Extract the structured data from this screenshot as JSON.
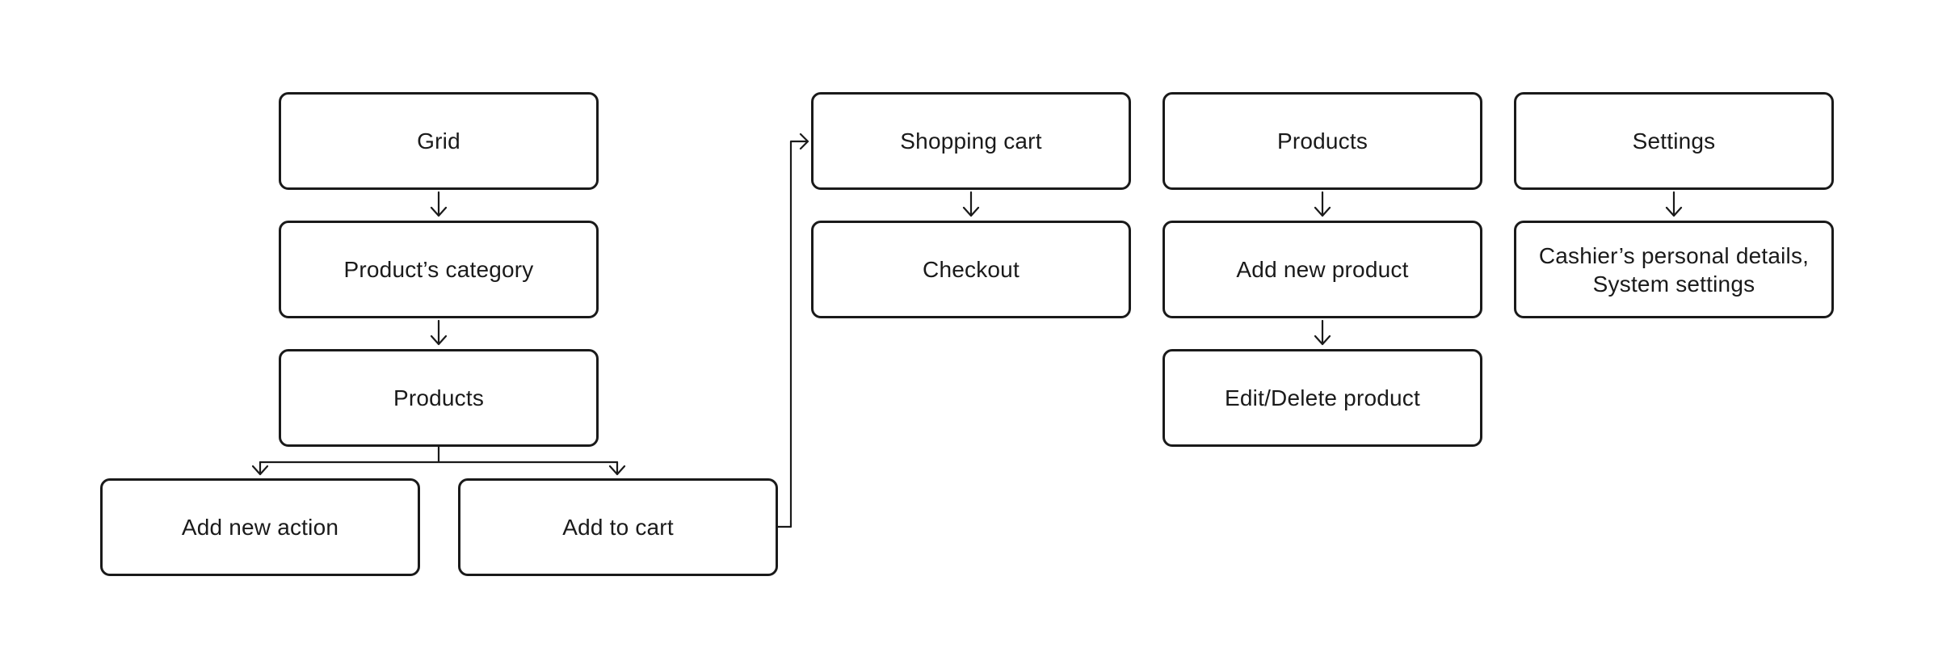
{
  "diagram": {
    "title": "POS app screen flow diagram",
    "background_color": "#ffffff",
    "node_fill_color": "#ffffff",
    "stroke_color": "#1a1a1a",
    "text_color": "#1a1a1a",
    "nodes": {
      "grid": {
        "label": "Grid"
      },
      "products_category": {
        "label": "Product’s category"
      },
      "products_main": {
        "label": "Products"
      },
      "add_new_action": {
        "label": "Add new action"
      },
      "add_to_cart": {
        "label": "Add to cart"
      },
      "shopping_cart": {
        "label": "Shopping cart"
      },
      "checkout": {
        "label": "Checkout"
      },
      "products_admin": {
        "label": "Products"
      },
      "add_new_product": {
        "label": "Add new product"
      },
      "edit_delete_product": {
        "label": "Edit/Delete product"
      },
      "settings": {
        "label": "Settings"
      },
      "cashier_details": {
        "label": "Cashier’s personal details,\nSystem settings"
      }
    },
    "edges": [
      {
        "from": "grid",
        "to": "products_category"
      },
      {
        "from": "products_category",
        "to": "products_main"
      },
      {
        "from": "products_main",
        "to": "add_new_action"
      },
      {
        "from": "products_main",
        "to": "add_to_cart"
      },
      {
        "from": "add_to_cart",
        "to": "shopping_cart"
      },
      {
        "from": "shopping_cart",
        "to": "checkout"
      },
      {
        "from": "products_admin",
        "to": "add_new_product"
      },
      {
        "from": "add_new_product",
        "to": "edit_delete_product"
      },
      {
        "from": "settings",
        "to": "cashier_details"
      }
    ]
  }
}
